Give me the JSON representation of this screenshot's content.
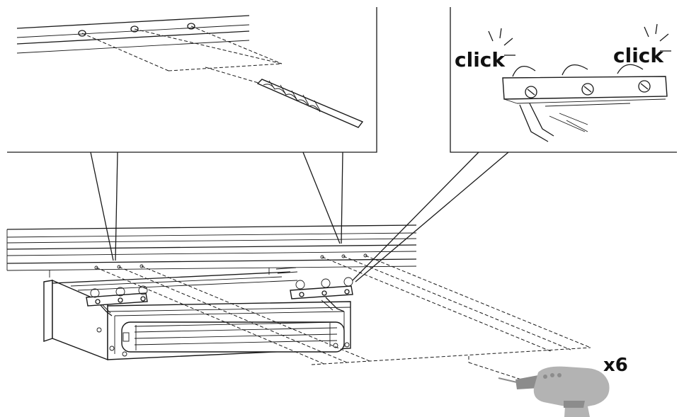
{
  "callouts": {
    "click_left": "click",
    "click_right": "click"
  },
  "quantity": {
    "label": "x6"
  },
  "colors": {
    "line": "#1a1a1a",
    "drill_body": "#b3b3b3",
    "drill_dark": "#8c8c8c",
    "background": "#ffffff"
  },
  "icons": {
    "tool": "power-drill-icon",
    "bit": "drill-bit-icon",
    "screw": "screw-icon"
  }
}
